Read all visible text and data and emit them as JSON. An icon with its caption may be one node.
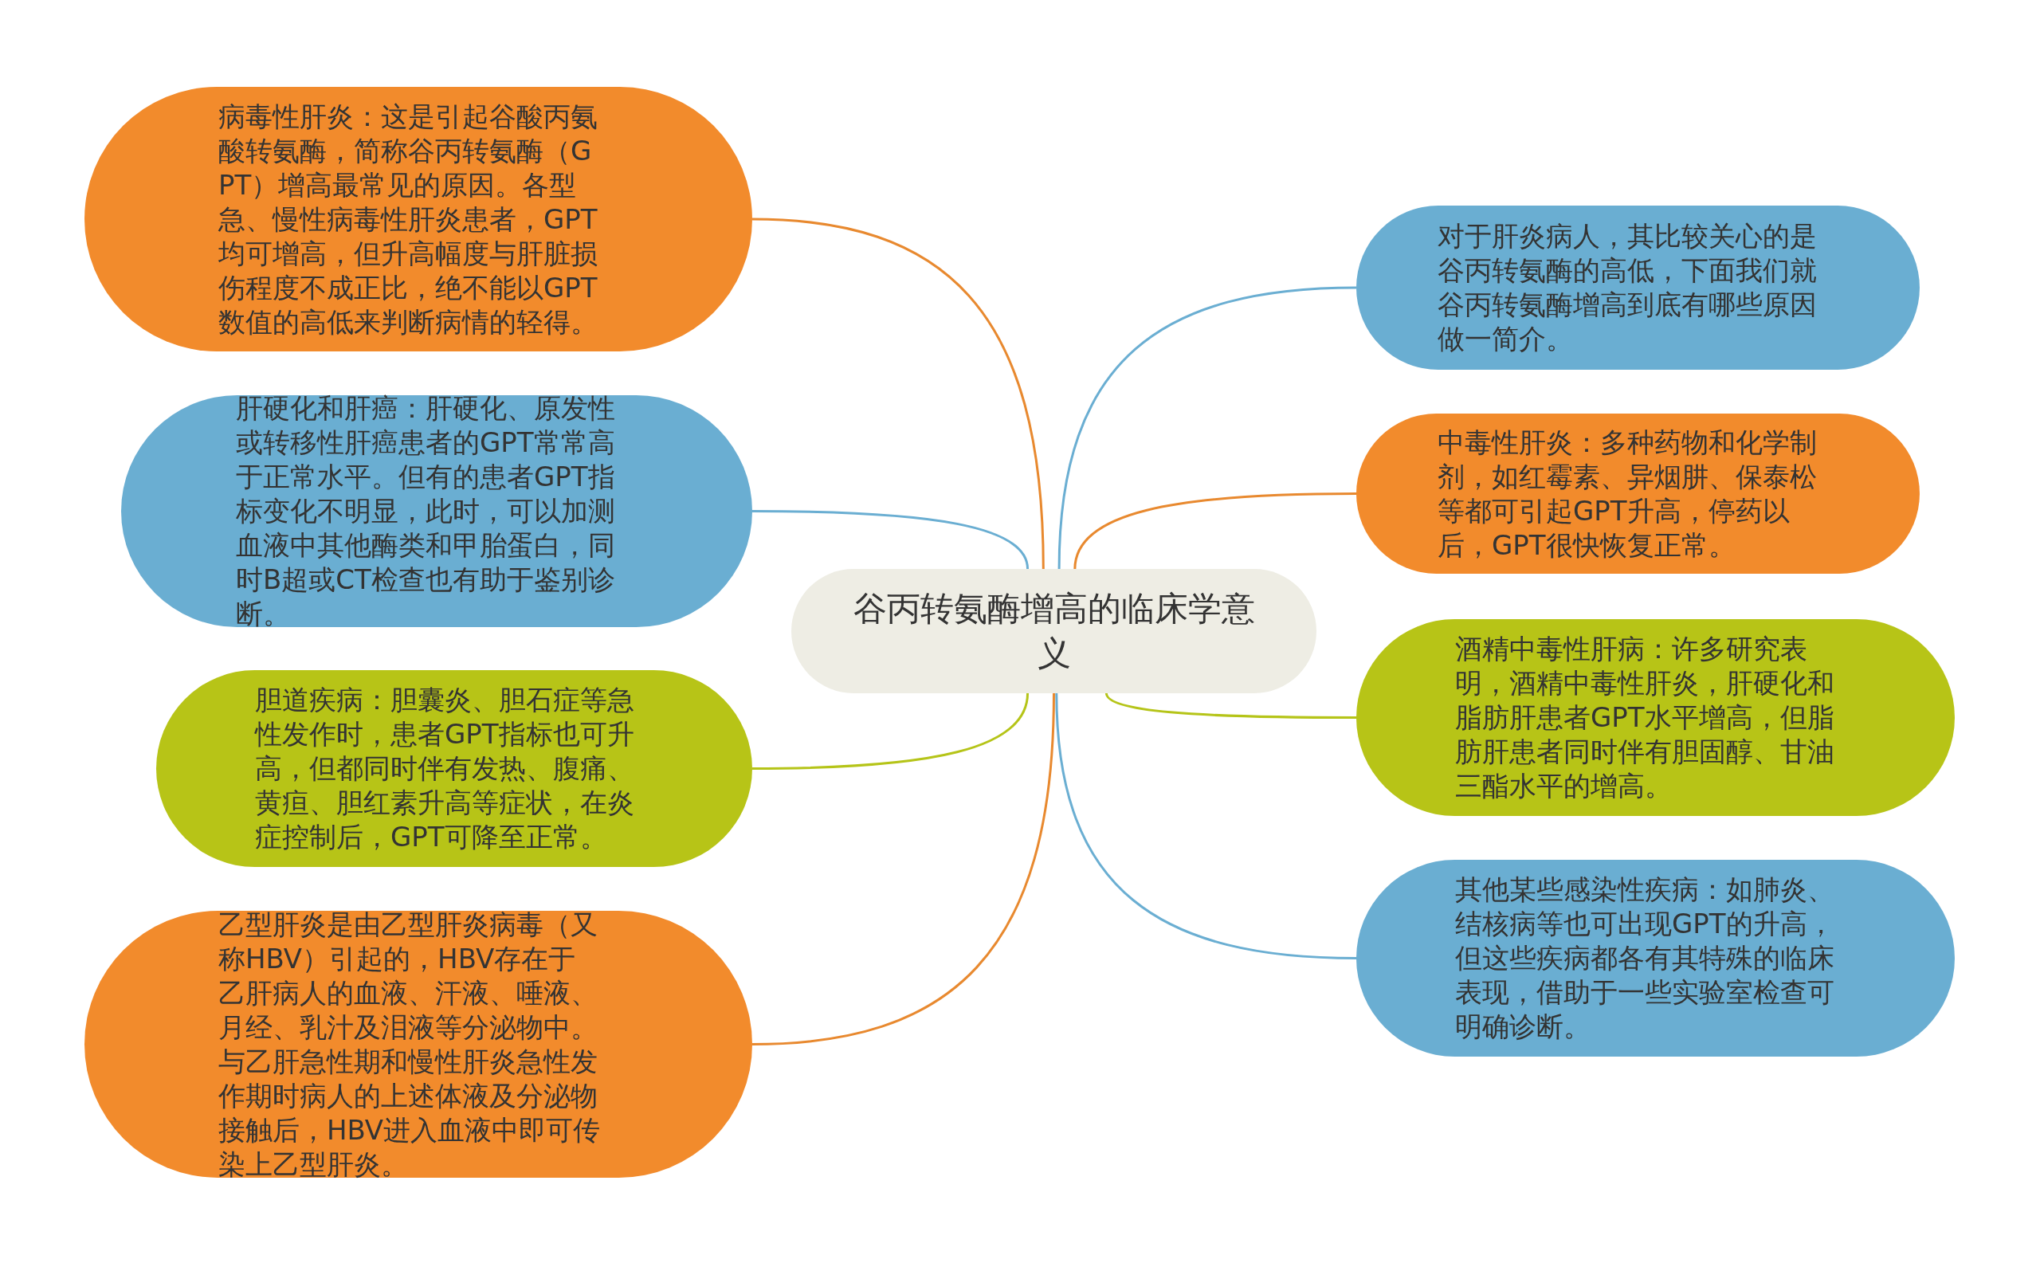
{
  "diagram": {
    "nodes": [
      {
        "text": [
          "谷丙转氨酶增高的临床学意义"
        ]
      },
      {
        "text": [
          "病毒性肝炎：这是引起谷酸丙氨酸转氨酶，简称谷丙转氨酶（GPT）增高最常见的原因。各型急、慢性病毒性肝炎患者，GPT均可增高，但升高幅度与肝脏损伤程度不成正比，绝不能以GPT数值的高低来判断病情的轻得。"
        ]
      },
      {
        "text": [
          "肝硬化和肝癌：肝硬化、原发性或转移性肝癌患者的GPT常常高于正常水平。但有的患者GPT指标变化不明显，此时，可以加测血液中其他酶类和甲胎蛋白，同时B超或CT检查也有助于鉴别诊断。"
        ]
      },
      {
        "text": [
          "胆道疾病：胆囊炎、胆石症等急性发作时，患者GPT指标也可升高，但都同时伴有发热、腹痛、黄疸、胆红素升高等症状，在炎症控制后，GPT可降至正常。"
        ]
      },
      {
        "text": [
          "乙型肝炎是由乙型肝炎病毒（又称HBV）引起的，HBV存在于乙肝病人的血液、汗液、唾液、月经、乳汁及泪液等分泌物中。与乙肝急性期和慢性肝炎急性发作期时病人的上述体液及分泌物接触后，HBV进入血液中即可传染上乙型肝炎。"
        ]
      },
      {
        "text": [
          "对于肝炎病人，其比较关心的是谷丙转氨酶的高低，下面我们就谷丙转氨酶增高到底有哪些原因做一简介。"
        ]
      },
      {
        "text": [
          "中毒性肝炎：多种药物和化学制剂，如红霉素、异烟肼、保泰松等都可引起GPT升高，停药以后，GPT很快恢复正常。"
        ]
      },
      {
        "text": [
          "酒精中毒性肝病：许多研究表明，酒精中毒性肝炎，肝硬化和脂肪肝患者GPT水平增高，但脂肪肝患者同时伴有胆固醇、甘油三酯水平的增高。"
        ]
      },
      {
        "text": [
          "其他某些感染性疾病：如肺炎、结核病等也可出现GPT的升高，但这些疾病都各有其特殊的临床表现，借助于一些实验室检查可明确诊断。"
        ]
      }
    ],
    "edges": [
      {
        "from": 0,
        "to": 1,
        "arrow": "none",
        "color": "#e8892f"
      },
      {
        "from": 0,
        "to": 2,
        "arrow": "none",
        "color": "#6aaed2"
      },
      {
        "from": 0,
        "to": 3,
        "arrow": "none",
        "color": "#b5c418"
      },
      {
        "from": 0,
        "to": 4,
        "arrow": "none",
        "color": "#e8892f"
      },
      {
        "from": 0,
        "to": 5,
        "arrow": "none",
        "color": "#6aaed2"
      },
      {
        "from": 0,
        "to": 6,
        "arrow": "none",
        "color": "#e8892f"
      },
      {
        "from": 0,
        "to": 7,
        "arrow": "none",
        "color": "#b5c418"
      },
      {
        "from": 0,
        "to": 8,
        "arrow": "none",
        "color": "#6aaed2"
      }
    ]
  }
}
